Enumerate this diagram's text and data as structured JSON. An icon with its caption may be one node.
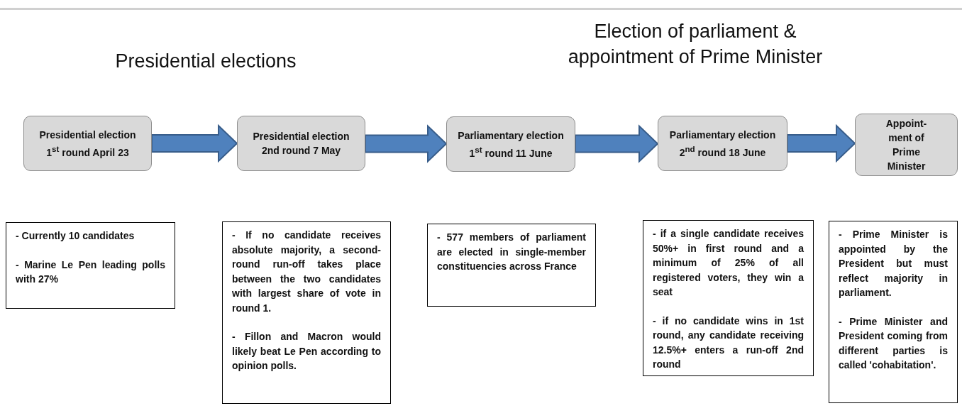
{
  "diagram": {
    "nodes": [
      {
        "text": [
          "Presidential election 1$^{st}$ round April 23"
        ]
      },
      {
        "text": [
          "Presidential election 2nd round 7 May"
        ]
      },
      {
        "text": [
          "Parliamentary election 1$^{st}$ round 11 June"
        ]
      },
      {
        "text": [
          "Parliamentary election 2$^{nd}$ round 18 June"
        ]
      },
      {
        "text": [
          "Appoint-ment of Prime Minister"
        ]
      },
      {
        "text": [
          "- Currently 10 candidates",
          "- Marine Le Pen leading polls with 27%"
        ]
      },
      {
        "text": [
          "- If no candidate receives absolute majority, a second-round run-off takes place between the two candidates with largest share of vote in round 1.",
          "- Fillon and Macron would likely beat Le Pen according to opinion polls."
        ]
      },
      {
        "text": [
          "- 577 members of parliament are elected in single-member constituencies across France"
        ]
      },
      {
        "text": [
          "- if a single candidate receives 50%+ in first round and a minimum of 25% of all registered voters, they win a seat",
          "- if no candidate wins in 1st round, any candidate receiving 12.5%+ enters a run-off 2nd round"
        ]
      },
      {
        "text": [
          "- Prime Minister is appointed by the President but must reflect majority in parliament.",
          "- Prime Minister and President coming from different parties is called 'cohabitation'."
        ]
      }
    ],
    "edges": [
      {
        "from": 0,
        "to": 1,
        "arrow": "to"
      },
      {
        "from": 1,
        "to": 2,
        "arrow": "to"
      },
      {
        "from": 2,
        "to": 3,
        "arrow": "to"
      },
      {
        "from": 3,
        "to": 4,
        "arrow": "to"
      }
    ],
    "labels": [
      "Presidential elections",
      "Election of parliament & appointment of Prime Minister"
    ]
  }
}
